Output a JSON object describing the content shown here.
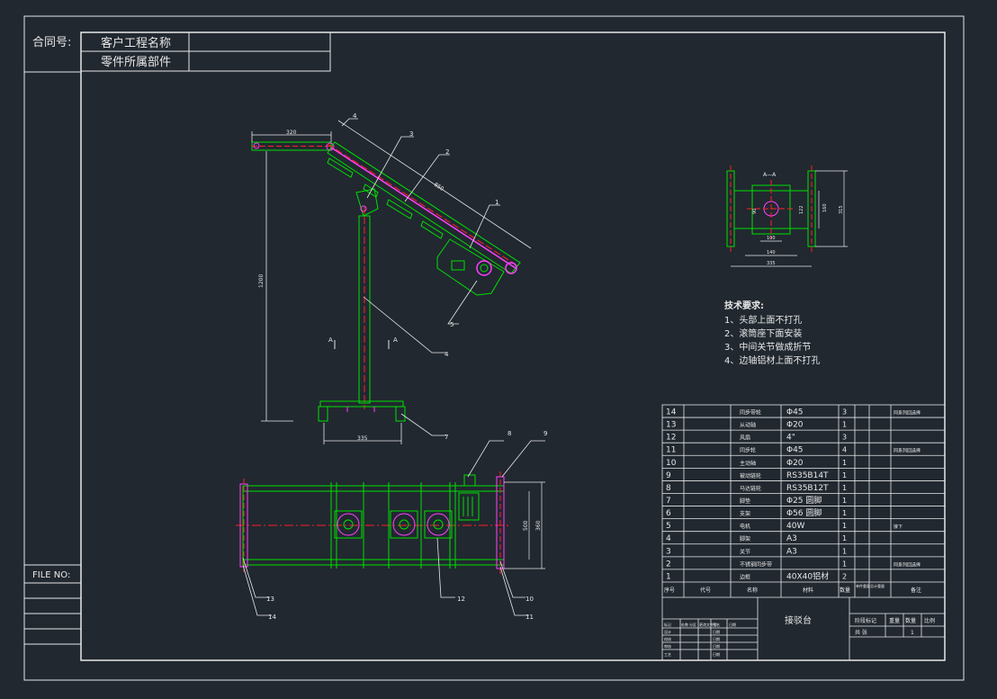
{
  "header": {
    "contract_label": "合同号:",
    "project_label": "客户工程名称",
    "part_label": "零件所属部件",
    "file_label": "FILE  NO:"
  },
  "section_labels": {
    "a": "A",
    "aa": "A—A"
  },
  "dims": {
    "top": "320",
    "diag": "850",
    "height": "1200",
    "base": "335",
    "small_100": "100",
    "small_140": "140",
    "small_335": "335",
    "small_315": "315",
    "small_160": "160",
    "small_122": "122",
    "small_90": "90",
    "plan_500": "500",
    "plan_360": "360"
  },
  "callouts": {
    "c1": "1",
    "c2": "2",
    "c3": "3",
    "c4": "4",
    "c4b": "4",
    "c5": "5",
    "c7": "7",
    "c8": "8",
    "c9": "9",
    "c10": "10",
    "c11": "11",
    "c12": "12",
    "c13": "13",
    "c14": "14"
  },
  "tech": {
    "title": "技术要求:",
    "items": [
      "1、头部上面不打孔",
      "2、滚筒座下面安装",
      "3、中间关节做成折节",
      "4、边轴铝材上面不打孔"
    ]
  },
  "bom": {
    "rows": [
      {
        "no": "14",
        "name": "同步带轮",
        "spec": "Φ45",
        "qty": "3",
        "note": "同系列回选择"
      },
      {
        "no": "13",
        "name": "从动轴",
        "spec": "Φ20",
        "qty": "1",
        "note": ""
      },
      {
        "no": "12",
        "name": "风扇",
        "spec": "4\"",
        "qty": "3",
        "note": ""
      },
      {
        "no": "11",
        "name": "同步轮",
        "spec": "Φ45",
        "qty": "4",
        "note": "同系列回选择"
      },
      {
        "no": "10",
        "name": "主动轴",
        "spec": "Φ20",
        "qty": "1",
        "note": ""
      },
      {
        "no": "9",
        "name": "被动链轮",
        "spec": "RS35B14T",
        "qty": "1",
        "note": ""
      },
      {
        "no": "8",
        "name": "马达链轮",
        "spec": "RS35B12T",
        "qty": "1",
        "note": ""
      },
      {
        "no": "7",
        "name": "脚垫",
        "spec": "Φ25 圆脚",
        "qty": "1",
        "note": ""
      },
      {
        "no": "6",
        "name": "支架",
        "spec": "Φ56 圆脚",
        "qty": "1",
        "note": ""
      },
      {
        "no": "5",
        "name": "电机",
        "spec": "40W",
        "qty": "1",
        "note": "接下"
      },
      {
        "no": "4",
        "name": "脚架",
        "spec": "A3",
        "qty": "1",
        "note": ""
      },
      {
        "no": "3",
        "name": "关节",
        "spec": "A3",
        "qty": "1",
        "note": ""
      },
      {
        "no": "2",
        "name": "不锈钢同步带",
        "spec": "",
        "qty": "1",
        "note": "同系列回选择"
      },
      {
        "no": "1",
        "name": "边框",
        "spec": "40X40铝材",
        "qty": "2",
        "note": ""
      }
    ],
    "header": {
      "no": "序号",
      "code": "代号",
      "name": "名称",
      "material": "材料",
      "qty": "数量",
      "unit_weight": "单件重量",
      "total_weight": "总计重量",
      "note": "备注"
    },
    "title_block": {
      "drawing_name": "接驳台",
      "stage": "阶段标记",
      "weight": "重量",
      "count": "数量",
      "scale": "比例",
      "sheet": "共 张",
      "sheet_no": "1",
      "left_rows": [
        "标记",
        "设计",
        "校核",
        "审核",
        "工艺"
      ],
      "left_cols": [
        "处数",
        "分区",
        "更改文件号",
        "签名",
        "日期"
      ],
      "date_labels": [
        "日期",
        "日期",
        "日期",
        "日期"
      ]
    }
  }
}
